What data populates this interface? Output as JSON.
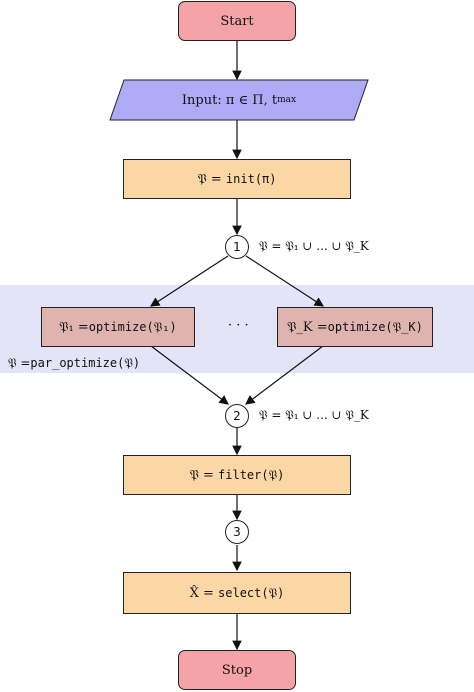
{
  "colors": {
    "terminal": "#f4a4a6",
    "input": "#aeaaf6",
    "process": "#fcd7a6",
    "parallel_box": "#dfb4b0",
    "parallel_band": "#e3e4f8",
    "border": "#222222"
  },
  "nodes": {
    "start": "Start",
    "input": "Input: π ∈ Π, t",
    "input_sub": "max",
    "init_lhs": "𝔓 = ",
    "init_fn": "init(π)",
    "junction1": "1",
    "junction1_label": "𝔓 = 𝔓₁ ∪ ... ∪ 𝔓_K",
    "opt1_lhs": "𝔓₁ = ",
    "opt1_fn": "optimize(𝔓₁)",
    "ellipsis": "· · ·",
    "optK_lhs": "𝔓_K = ",
    "optK_fn": "optimize(𝔓_K)",
    "par_label_lhs": "𝔓 =",
    "par_label_fn": "par_optimize(𝔓)",
    "junction2": "2",
    "junction2_label": "𝔓 = 𝔓₁ ∪ ... ∪ 𝔓_K",
    "filter_lhs": "𝔓  = ",
    "filter_fn": "filter(𝔓)",
    "junction3": "3",
    "select_lhs": "X̂  = ",
    "select_fn": "select(𝔓)",
    "stop": "Stop"
  }
}
